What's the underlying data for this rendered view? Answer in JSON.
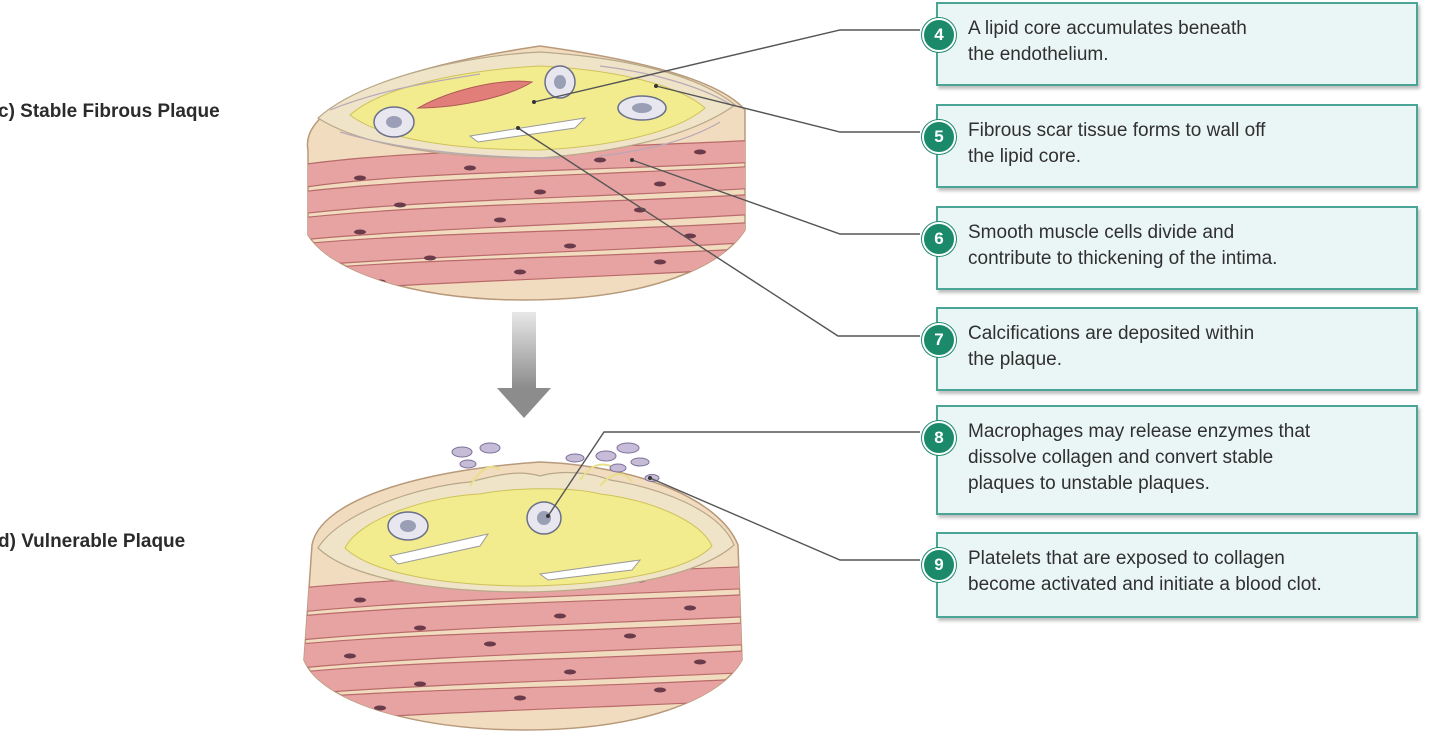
{
  "stages": {
    "stable": "c) Stable Fibrous Plaque",
    "vulnerable": "d) Vulnerable Plaque"
  },
  "callouts": [
    {
      "number": "4",
      "line1": "A lipid core accumulates beneath",
      "line2": "the endothelium.",
      "line3": ""
    },
    {
      "number": "5",
      "line1": "Fibrous scar tissue forms to wall off",
      "line2": "the lipid core.",
      "line3": ""
    },
    {
      "number": "6",
      "line1": "Smooth muscle cells divide and",
      "line2": "contribute to thickening of the intima.",
      "line3": ""
    },
    {
      "number": "7",
      "line1": "Calcifications are deposited within",
      "line2": "the plaque.",
      "line3": ""
    },
    {
      "number": "8",
      "line1": "Macrophages may release enzymes that",
      "line2": "dissolve collagen and convert stable",
      "line3": "plaques to unstable plaques."
    },
    {
      "number": "9",
      "line1": "Platelets that are exposed to collagen",
      "line2": "become activated and initiate a blood clot.",
      "line3": ""
    }
  ],
  "colors": {
    "accent": "#1b8a6b",
    "callout_border": "#4aa596",
    "callout_fill": "#eaf6f5",
    "lipid": "#f3ec8e",
    "muscle": "#e7a3a2",
    "arrow": "#9a9a9a"
  }
}
